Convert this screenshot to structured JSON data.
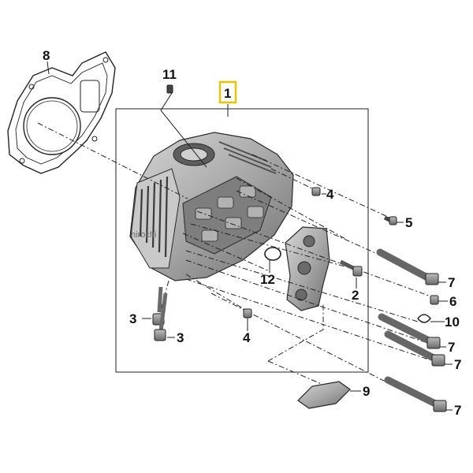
{
  "callouts": {
    "c1": "1",
    "c2": "2",
    "c3a": "3",
    "c3b": "3",
    "c4a": "4",
    "c4b": "4",
    "c5": "5",
    "c6": "6",
    "c7a": "7",
    "c7b": "7",
    "c7c": "7",
    "c7d": "7",
    "c8": "8",
    "c9": "9",
    "c10": "10",
    "c11": "11",
    "c12": "12"
  },
  "watermark": "hirochi",
  "colors": {
    "highlight": "#e8c400",
    "line": "#222222",
    "part_light": "#c8c8c8",
    "part_mid": "#9a9a9a",
    "part_dark": "#5c5c5c"
  }
}
